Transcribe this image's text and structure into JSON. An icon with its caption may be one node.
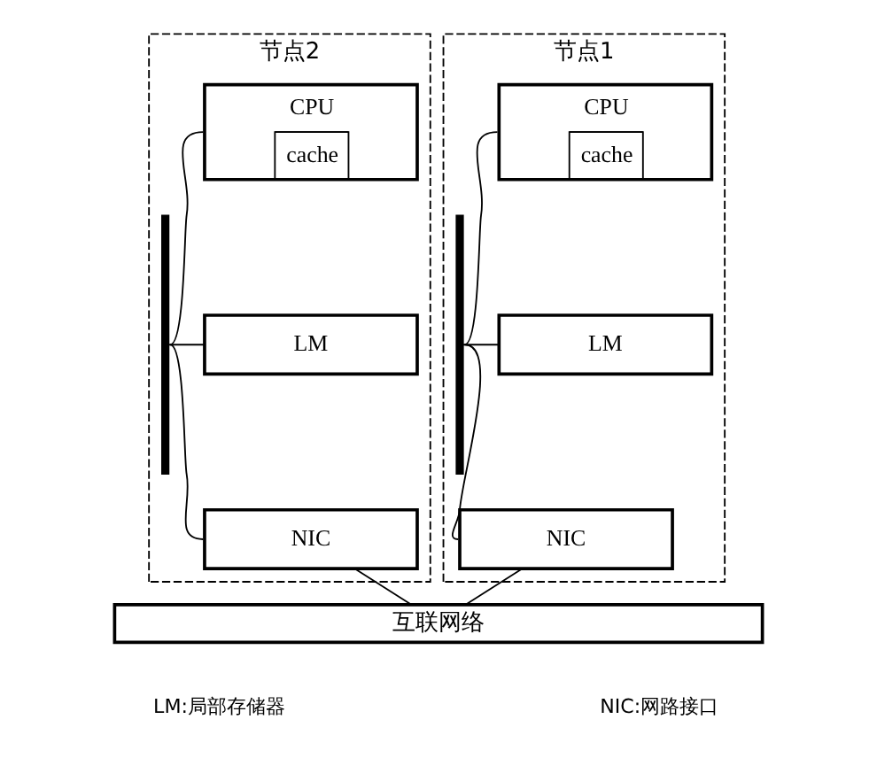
{
  "diagram": {
    "nodes": [
      {
        "text": [
          "节点1"
        ]
      },
      {
        "text": [],
        "shape": "bar",
        "in": 0
      },
      {
        "text": [
          "CPU",
          "cache"
        ],
        "in": 0
      },
      {
        "text": [
          "LM"
        ],
        "in": 0
      },
      {
        "text": [
          "NIC"
        ],
        "in": 0
      },
      {
        "text": [
          "节点2"
        ]
      },
      {
        "text": [],
        "shape": "bar",
        "in": 5
      },
      {
        "text": [
          "CPU",
          "cache"
        ],
        "in": 5
      },
      {
        "text": [
          "LM"
        ],
        "in": 5
      },
      {
        "text": [
          "NIC"
        ],
        "in": 5
      },
      {
        "text": [
          "互联网络"
        ]
      }
    ],
    "edges": [
      {
        "from": 1,
        "to": 2,
        "arrow": "none"
      },
      {
        "from": 1,
        "to": 3,
        "arrow": "none"
      },
      {
        "from": 1,
        "to": 4,
        "arrow": "none"
      },
      {
        "from": 4,
        "to": 10,
        "arrow": "none"
      },
      {
        "from": 6,
        "to": 7,
        "arrow": "none"
      },
      {
        "from": 6,
        "to": 8,
        "arrow": "none"
      },
      {
        "from": 6,
        "to": 9,
        "arrow": "none"
      },
      {
        "from": 9,
        "to": 10,
        "arrow": "none"
      }
    ],
    "labels": [
      "LM:局部存储器",
      "NIC:网路接口"
    ]
  }
}
